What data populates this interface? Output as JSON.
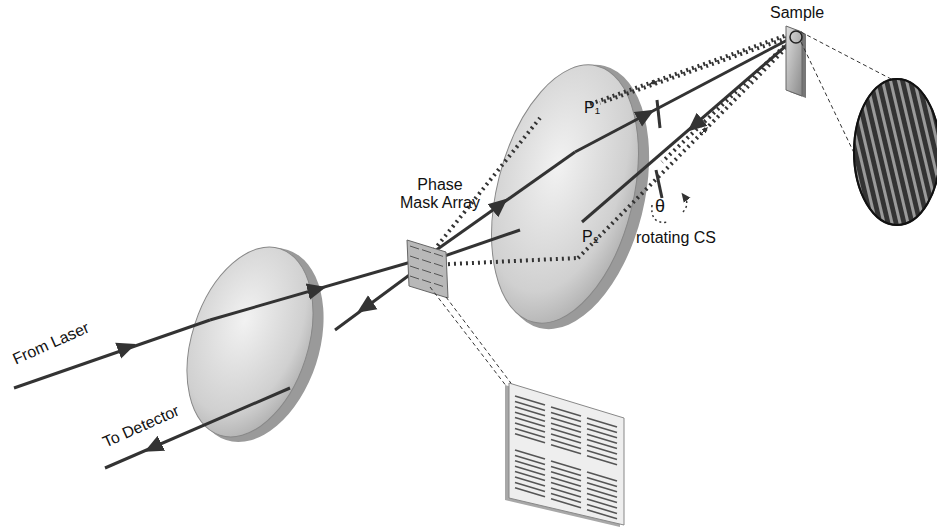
{
  "diagram": {
    "labels": [
      "Sample",
      "Phase Mask Array",
      "P₁",
      "P₂",
      "θ",
      "rotating CS",
      "From Laser",
      "To Detector"
    ]
  }
}
